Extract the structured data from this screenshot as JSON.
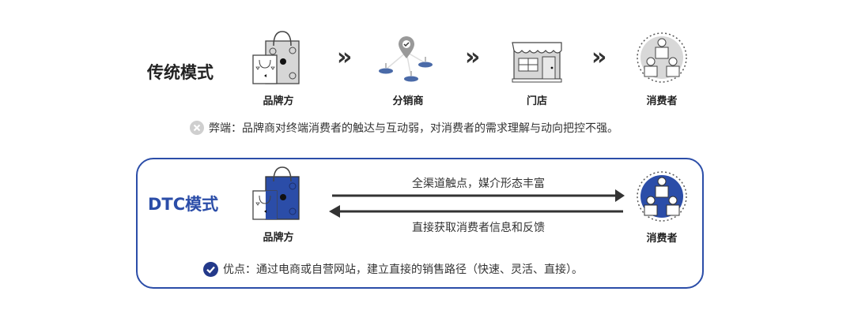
{
  "traditional": {
    "title": "传统模式",
    "nodes": [
      {
        "label": "品牌方",
        "icon": "shopping-bags-icon"
      },
      {
        "label": "分销商",
        "icon": "distribution-network-icon"
      },
      {
        "label": "门店",
        "icon": "storefront-icon"
      },
      {
        "label": "消费者",
        "icon": "consumer-group-icon"
      }
    ],
    "connector": "»",
    "drawback": {
      "icon": "x-circle-icon",
      "text": "弊端：品牌商对终端消费者的触达与互动弱，对消费者的需求理解与动向把控不强。"
    }
  },
  "dtc": {
    "title": "DTC模式",
    "brand_label": "品牌方",
    "consumer_label": "消费者",
    "forward_text": "全渠道触点，媒介形态丰富",
    "backward_text": "直接获取消费者信息和反馈",
    "advantage": {
      "icon": "check-circle-icon",
      "text": "优点：通过电商或自营网站，建立直接的销售路径（快速、灵活、直接）。"
    },
    "accent_color": "#2b4da8"
  }
}
